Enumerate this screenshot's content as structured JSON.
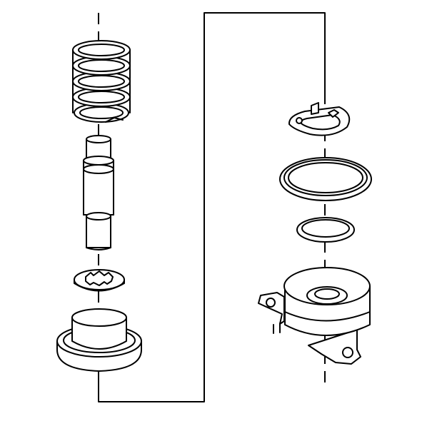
{
  "diagram": {
    "kind": "exploded-view line drawing",
    "line_color": "#000000",
    "background_color": "#ffffff",
    "left_stack": [
      "coil-spring",
      "valve-piston",
      "toothed-washer",
      "spring-seat-cup"
    ],
    "right_stack": [
      "snap-ring",
      "large-o-ring",
      "small-o-ring",
      "housing"
    ],
    "labels": []
  }
}
